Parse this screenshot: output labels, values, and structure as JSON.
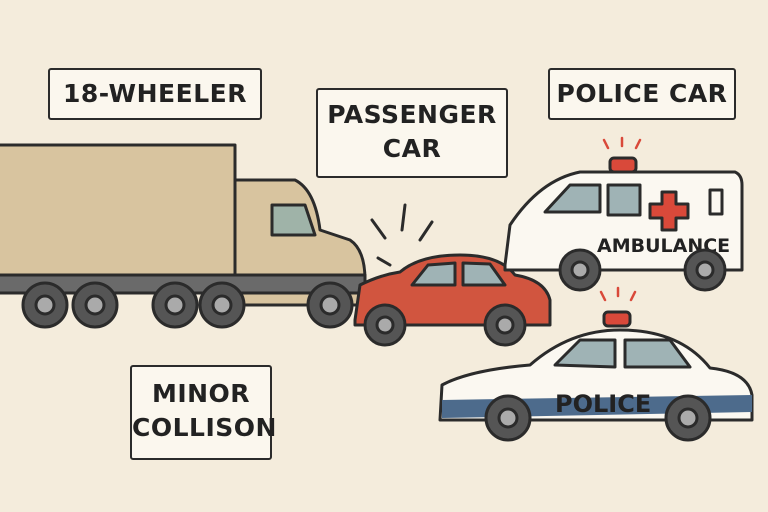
{
  "labels": {
    "truck": "18-WHEELER",
    "passenger_line1": "PASSENGER",
    "passenger_line2": "CAR",
    "police_car": "POLICE CAR",
    "collision_line1": "MINOR",
    "collision_line2": "COLLISON"
  },
  "vehicle_text": {
    "ambulance": "AMBULANCE",
    "police": "POLICE"
  },
  "colors": {
    "background": "#f4ecdc",
    "truck": "#d8c49f",
    "passenger_car": "#d1553f",
    "police_stripe": "#4d6b8c",
    "siren": "#d9493a"
  }
}
